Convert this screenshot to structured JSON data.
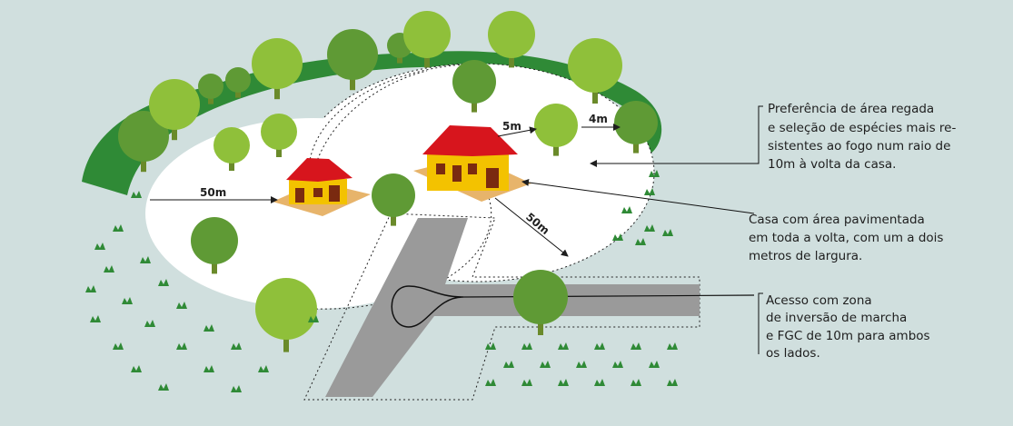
{
  "dimensions": {
    "five_m": "5m",
    "four_m": "4m",
    "fifty_m_left": "50m",
    "fifty_m_diag": "50m"
  },
  "annotations": {
    "vegetation": [
      "Preferência de área regada",
      "e seleção de espécies mais re-",
      "sistentes ao fogo num raio de",
      "10m à volta da casa."
    ],
    "house": [
      "Casa com área pavimentada",
      "em toda a volta, com um a dois",
      "metros de largura."
    ],
    "access": [
      "Acesso com zona",
      "de inversão de marcha",
      "e FGC de 10m para ambos",
      "os lados."
    ]
  },
  "colors": {
    "background": "#d0dfde",
    "roof": "#d7151d",
    "wall": "#f3c200",
    "road": "#9a9a9a",
    "tree_light": "#8fc03a",
    "tree_dark": "#5f9a35",
    "hedge": "#2f8a36"
  }
}
